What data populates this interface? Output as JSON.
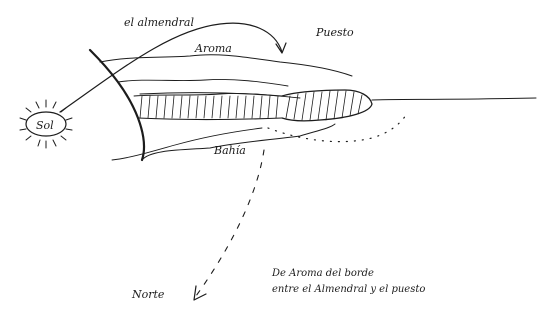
{
  "labels": {
    "almendral": "el almendral",
    "aroma": "Aroma",
    "puesto": "Puesto",
    "sol": "Sol",
    "bahia": "Bahía",
    "norte": "Norte",
    "caption_line1": "De Aroma del borde",
    "caption_line2": "entre el Almendral y el puesto"
  }
}
